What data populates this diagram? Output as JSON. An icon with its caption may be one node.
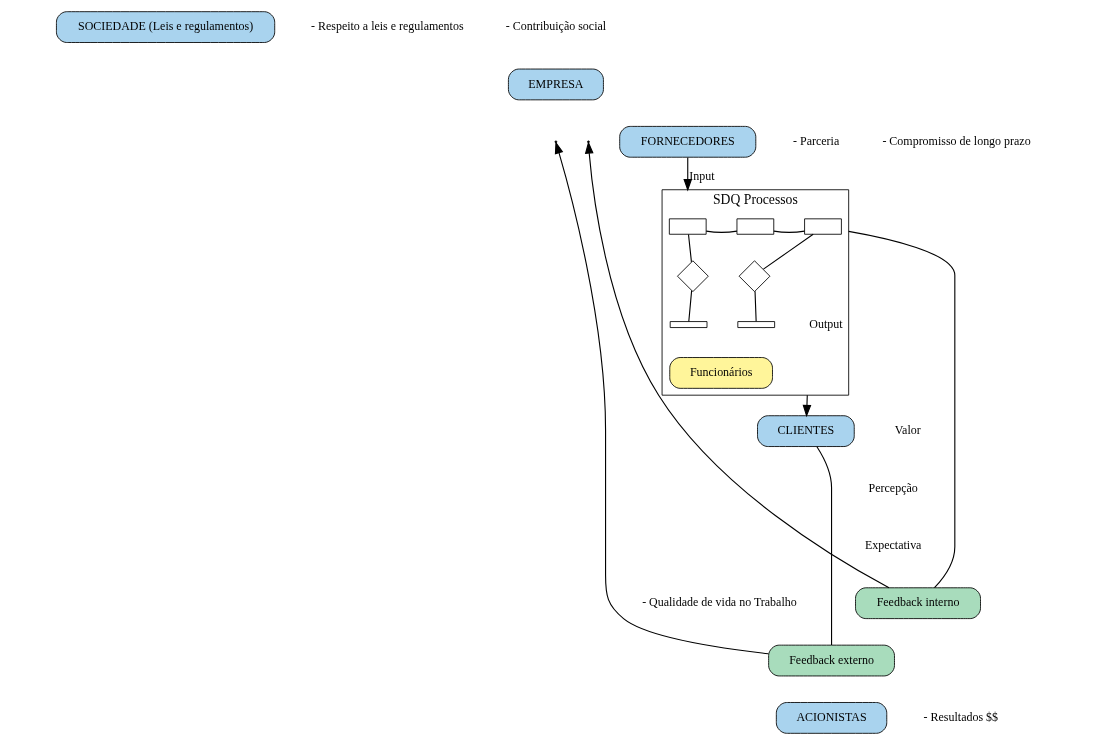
{
  "diagram": {
    "nodes": [
      {
        "text": [
          "SOCIEDADE (Leis e regulamentos)"
        ],
        "beside": [
          "- Respeito a leis e regulamentos",
          "- Contribuição social"
        ]
      },
      {
        "text": [
          "EMPRESA"
        ]
      },
      {
        "text": [
          "SDQ Processos"
        ]
      },
      {
        "text": [],
        "shape": "box",
        "in": 2
      },
      {
        "text": [],
        "shape": "box",
        "in": 2
      },
      {
        "text": [],
        "shape": "box",
        "in": 2
      },
      {
        "text": [],
        "shape": "diamond",
        "in": 2
      },
      {
        "text": [],
        "shape": "diamond",
        "in": 2
      },
      {
        "text": [],
        "shape": "bar",
        "in": 2
      },
      {
        "text": [],
        "shape": "bar",
        "in": 2
      },
      {
        "text": [
          "Funcionários"
        ],
        "in": 2
      },
      {
        "text": [
          "FORNECEDORES"
        ],
        "beside": [
          "- Parceria",
          "- Compromisso de longo prazo"
        ]
      },
      {
        "text": [
          "CLIENTES"
        ]
      },
      {
        "text": [
          "Feedback interno"
        ]
      },
      {
        "text": [
          "Feedback externo"
        ]
      },
      {
        "text": [
          "ACIONISTAS"
        ],
        "beside": [
          "- Resultados $$"
        ]
      }
    ],
    "edges": [
      {
        "from": 3,
        "to": 4,
        "arrow": "none"
      },
      {
        "from": 4,
        "to": 5,
        "arrow": "none"
      },
      {
        "from": 3,
        "to": 6,
        "arrow": "none"
      },
      {
        "from": 5,
        "to": 7,
        "arrow": "none"
      },
      {
        "from": 6,
        "to": 8,
        "arrow": "none"
      },
      {
        "from": 7,
        "to": 9,
        "arrow": "none"
      },
      {
        "from": 11,
        "to": 2,
        "label": "Input",
        "arrow": "to"
      },
      {
        "from": 2,
        "to": 12,
        "label": "Output",
        "arrow": "to"
      },
      {
        "from": 2,
        "to": 13,
        "arrow": "none"
      },
      {
        "from": 13,
        "to": null,
        "arrow": "to"
      },
      {
        "from": 12,
        "to": 14,
        "arrow": "none"
      },
      {
        "from": 14,
        "to": null,
        "arrow": "to"
      }
    ],
    "labels": [
      "Valor",
      "Percepção",
      "Expectativa",
      "- Qualidade de vida no Trabalho"
    ]
  }
}
